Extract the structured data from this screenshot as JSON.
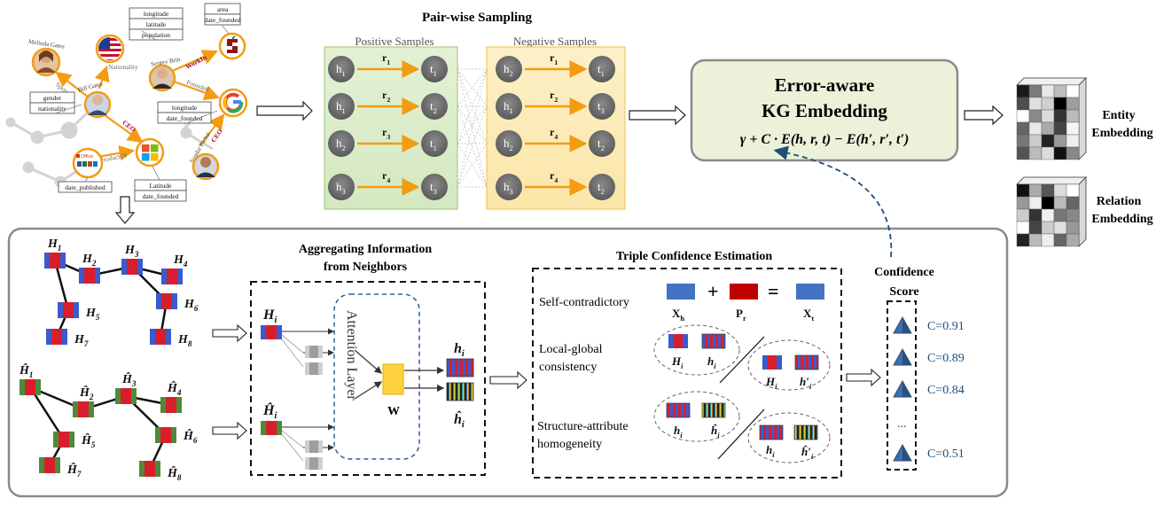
{
  "kg": {
    "people": [
      "Melinda Gates",
      "Bill Gates",
      "Sergey Brin",
      "Sundar Pichai"
    ],
    "relations": [
      "Spouse",
      "Nationality",
      "WorkIn",
      "Founded",
      "CEO",
      "CEO",
      "ProductOf"
    ],
    "attr_boxes": [
      [
        "longitude",
        "latitude",
        "population"
      ],
      [
        "area",
        "date_founded"
      ],
      [
        "gender",
        "nationality"
      ],
      [
        "longitude",
        "date_founded"
      ],
      [
        "Latitude",
        "date_founded"
      ],
      [
        "date_published"
      ]
    ],
    "office_label": "Office"
  },
  "sampling": {
    "title": "Pair-wise Sampling",
    "positive_title": "Positive Samples",
    "negative_title": "Negative Samples",
    "positive": [
      {
        "h": "h",
        "hs": "1",
        "r": "r",
        "rs": "1",
        "t": "t",
        "ts": "1"
      },
      {
        "h": "h",
        "hs": "1",
        "r": "r",
        "rs": "2",
        "t": "t",
        "ts": "2"
      },
      {
        "h": "h",
        "hs": "2",
        "r": "r",
        "rs": "3",
        "t": "t",
        "ts": "1"
      },
      {
        "h": "h",
        "hs": "3",
        "r": "r",
        "rs": "4",
        "t": "t",
        "ts": "3"
      }
    ],
    "negative": [
      {
        "h": "h",
        "hs": "2",
        "r": "r",
        "rs": "1",
        "t": "t",
        "ts": "1"
      },
      {
        "h": "h",
        "hs": "1",
        "r": "r",
        "rs": "2",
        "t": "t",
        "ts": "3"
      },
      {
        "h": "h",
        "hs": "2",
        "r": "r",
        "rs": "4",
        "t": "t",
        "ts": "2"
      },
      {
        "h": "h",
        "hs": "3",
        "r": "r",
        "rs": "4",
        "t": "t",
        "ts": "2"
      }
    ]
  },
  "embedding": {
    "title_line1": "Error-aware",
    "title_line2": "KG Embedding",
    "formula": "γ + C · E(h, r, t) − E(h′, r′, t′)"
  },
  "outputs": {
    "entity_line1": "Entity",
    "entity_line2": "Embedding",
    "relation_line1": "Relation",
    "relation_line2": "Embedding"
  },
  "graph": {
    "top_nodes": [
      {
        "base": "H",
        "sub": "1"
      },
      {
        "base": "H",
        "sub": "2"
      },
      {
        "base": "H",
        "sub": "3"
      },
      {
        "base": "H",
        "sub": "4"
      },
      {
        "base": "H",
        "sub": "5"
      },
      {
        "base": "H",
        "sub": "6"
      },
      {
        "base": "H",
        "sub": "7"
      },
      {
        "base": "H",
        "sub": "8"
      }
    ],
    "bottom_nodes": [
      {
        "base": "Ĥ",
        "sub": "1"
      },
      {
        "base": "Ĥ",
        "sub": "2"
      },
      {
        "base": "Ĥ",
        "sub": "3"
      },
      {
        "base": "Ĥ",
        "sub": "4"
      },
      {
        "base": "Ĥ",
        "sub": "5"
      },
      {
        "base": "Ĥ",
        "sub": "6"
      },
      {
        "base": "Ĥ",
        "sub": "7"
      },
      {
        "base": "Ĥ",
        "sub": "8"
      }
    ]
  },
  "aggregation": {
    "title_line1": "Aggregating Information",
    "title_line2": "from Neighbors",
    "input_top": "H",
    "input_top_sub": "i",
    "input_bottom": "Ĥ",
    "input_bottom_sub": "i",
    "attention_label": "Attention Layer",
    "w_label": "W",
    "out_top": "h",
    "out_top_sub": "i",
    "out_bottom": "ĥ",
    "out_bottom_sub": "i"
  },
  "confidence": {
    "title": "Triple Confidence Estimation",
    "self_label": "Self-contradictory",
    "local_line1": "Local-global",
    "local_line2": "consistency",
    "struct_line1": "Structure-attribute",
    "struct_line2": "homogeneity",
    "xh": "X",
    "xh_sub": "h",
    "pr": "P",
    "pr_sub": "r",
    "xt": "X",
    "xt_sub": "t",
    "plus": "+",
    "equals": "=",
    "lg_left": [
      {
        "b": "H",
        "s": "i"
      },
      {
        "b": "h",
        "s": "i"
      }
    ],
    "lg_right": [
      {
        "b": "H",
        "s": "i"
      },
      {
        "b": "h′",
        "s": "i"
      }
    ],
    "sa_left": [
      {
        "b": "h",
        "s": "i"
      },
      {
        "b": "ĥ",
        "s": "i"
      }
    ],
    "sa_right": [
      {
        "b": "h",
        "s": "i"
      },
      {
        "b": "ĥ′",
        "s": "i"
      }
    ]
  },
  "score": {
    "title_line1": "Confidence",
    "title_line2": "Score",
    "values": [
      "C=0.91",
      "C=0.89",
      "C=0.84",
      "...",
      "C=0.51"
    ]
  }
}
